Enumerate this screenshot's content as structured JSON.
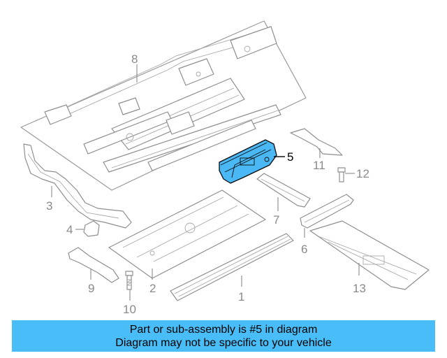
{
  "diagram": {
    "callouts": {
      "c1": "1",
      "c2": "2",
      "c3": "3",
      "c4": "4",
      "c5": "5",
      "c6": "6",
      "c7": "7",
      "c8": "8",
      "c9": "9",
      "c10": "10",
      "c11": "11",
      "c12": "12",
      "c13": "13"
    },
    "highlighted_part": "5",
    "colors": {
      "highlight": "#49b8f4",
      "banner": "#49bdf7",
      "line": "#9a9a9a"
    }
  },
  "banner": {
    "line1": "Part or sub-assembly is #5 in diagram",
    "line2": "Diagram may not be specific to your vehicle"
  }
}
